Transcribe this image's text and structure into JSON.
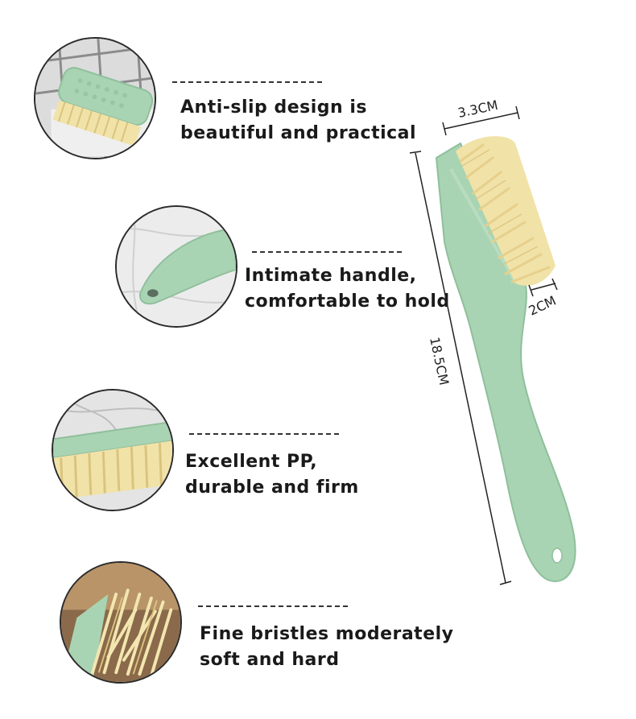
{
  "features": [
    {
      "line1": "Anti-slip design is",
      "line2": "beautiful and practical",
      "icon": "brush-top-closeup"
    },
    {
      "line1": "Intimate handle,",
      "line2": "comfortable to hold",
      "icon": "handle-closeup"
    },
    {
      "line1": "Excellent PP,",
      "line2": "durable and firm",
      "icon": "bristle-side-closeup"
    },
    {
      "line1": "Fine bristles moderately",
      "line2": "soft and hard",
      "icon": "bristle-tips-closeup"
    }
  ],
  "dimensions": {
    "width": "3.3CM",
    "length": "18.5CM",
    "depth": "2CM"
  },
  "colors": {
    "handle": "#a9d4b3",
    "handle_dark": "#8fbf9c",
    "bristle": "#f1e2a8",
    "bristle_dark": "#d9c37e",
    "line": "#222222"
  }
}
